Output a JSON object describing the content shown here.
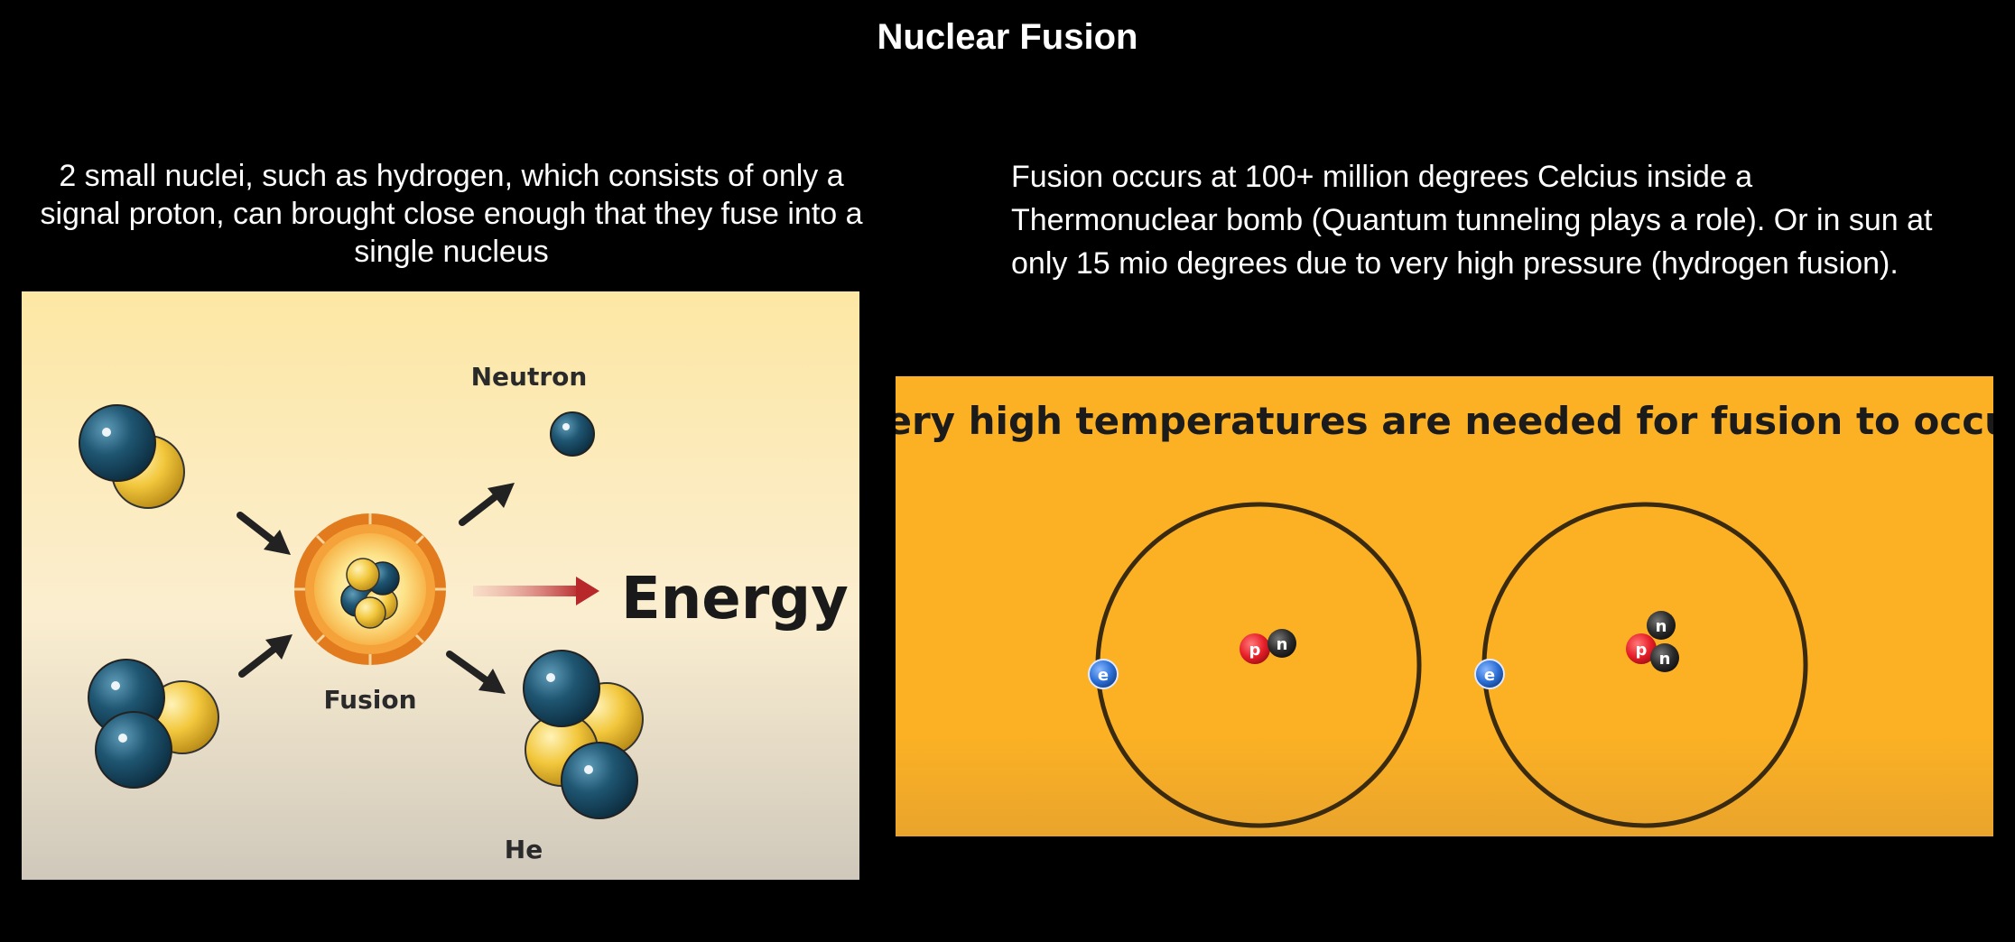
{
  "slide": {
    "title": "Nuclear Fusion"
  },
  "left": {
    "caption": "2 small nuclei, such as hydrogen, which consists of only a signal proton, can brought close enough that they fuse into a single nucleus",
    "diagram": {
      "label_neutron": "Neutron",
      "label_energy": "Energy",
      "label_fusion": "Fusion",
      "label_he": "He"
    }
  },
  "right": {
    "caption": "Fusion occurs at 100+ million degrees Celcius inside a Thermonuclear bomb (Quantum tunneling plays a role). Or in sun at only 15 mio degrees due to very high pressure (hydrogen fusion).",
    "diagram": {
      "heading": "Very high temperatures are needed for fusion to occur",
      "atom1": {
        "electron": "e",
        "proton": "p",
        "neutron": "n"
      },
      "atom2": {
        "electron": "e",
        "proton": "p",
        "neutron_top": "n",
        "neutron_bottom": "n"
      }
    }
  },
  "colors": {
    "background": "#000000",
    "left_panel_top": "#fde7a4",
    "left_panel_bottom": "#cfc8bb",
    "right_panel": "#fcb124",
    "nucleus_dark": "#1f5672",
    "nucleus_light": "#f2c73c",
    "proton_red": "#e8202a",
    "electron_blue": "#2a6fd6",
    "energy_arrow": "#c23a3a"
  }
}
